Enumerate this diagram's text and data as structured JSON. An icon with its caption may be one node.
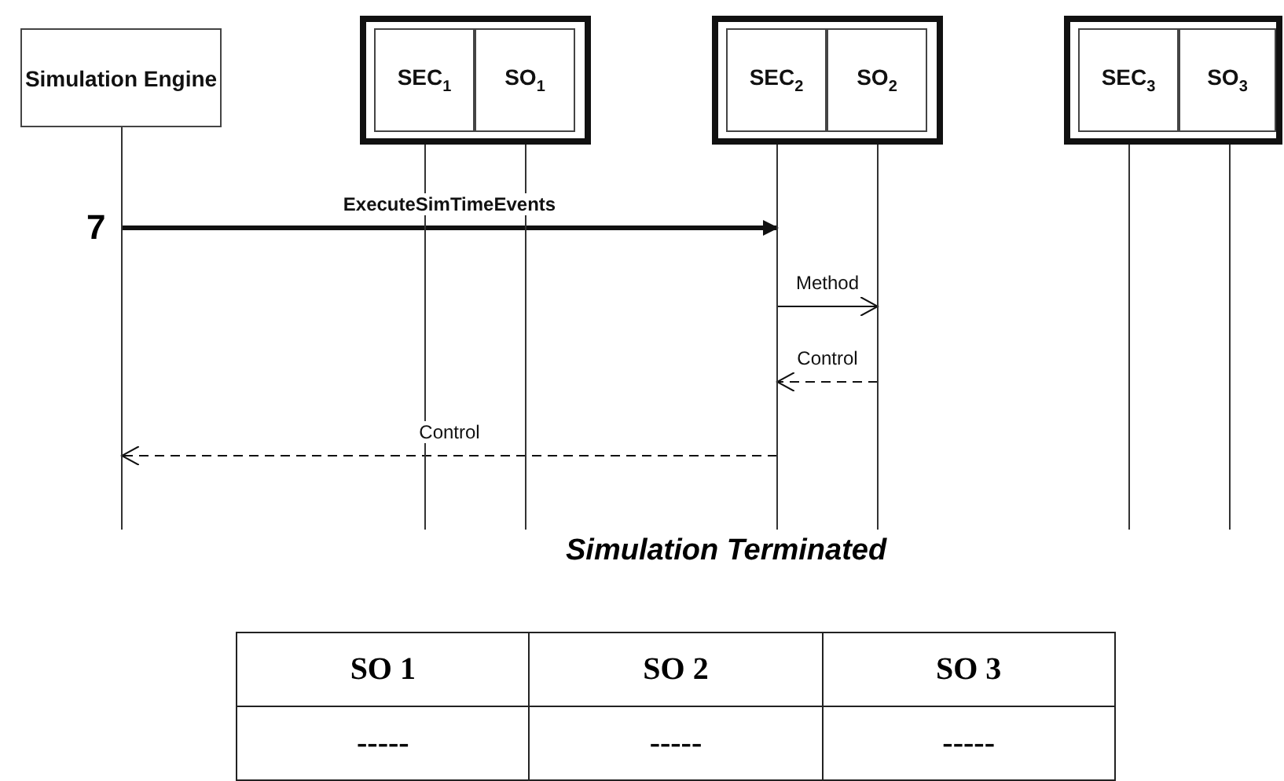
{
  "diagram": {
    "nodes": [
      {
        "text": [
          "Simulation Engine"
        ]
      },
      {
        "text": [],
        "shape": "box"
      },
      {
        "text": [
          "SEC$_{1}$"
        ],
        "in": 1
      },
      {
        "text": [
          "SO$_{1}$"
        ],
        "in": 1
      },
      {
        "text": [],
        "shape": "box"
      },
      {
        "text": [
          "SEC$_{2}$"
        ],
        "in": 4
      },
      {
        "text": [
          "SO$_{2}$"
        ],
        "in": 4
      },
      {
        "text": [],
        "shape": "box"
      },
      {
        "text": [
          "SEC$_{3}$"
        ],
        "in": 7
      },
      {
        "text": [
          "SO$_{3}$"
        ],
        "in": 7
      },
      {
        "text": [],
        "shape": "line"
      },
      {
        "text": [],
        "shape": "line"
      },
      {
        "text": [],
        "shape": "line"
      },
      {
        "text": [],
        "shape": "line"
      },
      {
        "text": [],
        "shape": "line"
      },
      {
        "text": [],
        "shape": "line"
      },
      {
        "text": [],
        "shape": "line"
      }
    ],
    "edges": [
      {
        "from": 10,
        "to": 13,
        "arrow": "to",
        "label": "ExecuteSimTimeEvents",
        "style": "thick"
      },
      {
        "from": 13,
        "to": 14,
        "arrow": "to",
        "label": "Method"
      },
      {
        "from": 14,
        "to": 13,
        "arrow": "to",
        "label": "Control",
        "style": "dashed"
      },
      {
        "from": 13,
        "to": 10,
        "arrow": "to",
        "label": "Control",
        "style": "dashed"
      }
    ],
    "labels": [
      "7",
      "Simulation Terminated",
      "SO 1",
      "SO 2",
      "SO 3",
      "-----",
      "-----",
      "-----"
    ]
  }
}
